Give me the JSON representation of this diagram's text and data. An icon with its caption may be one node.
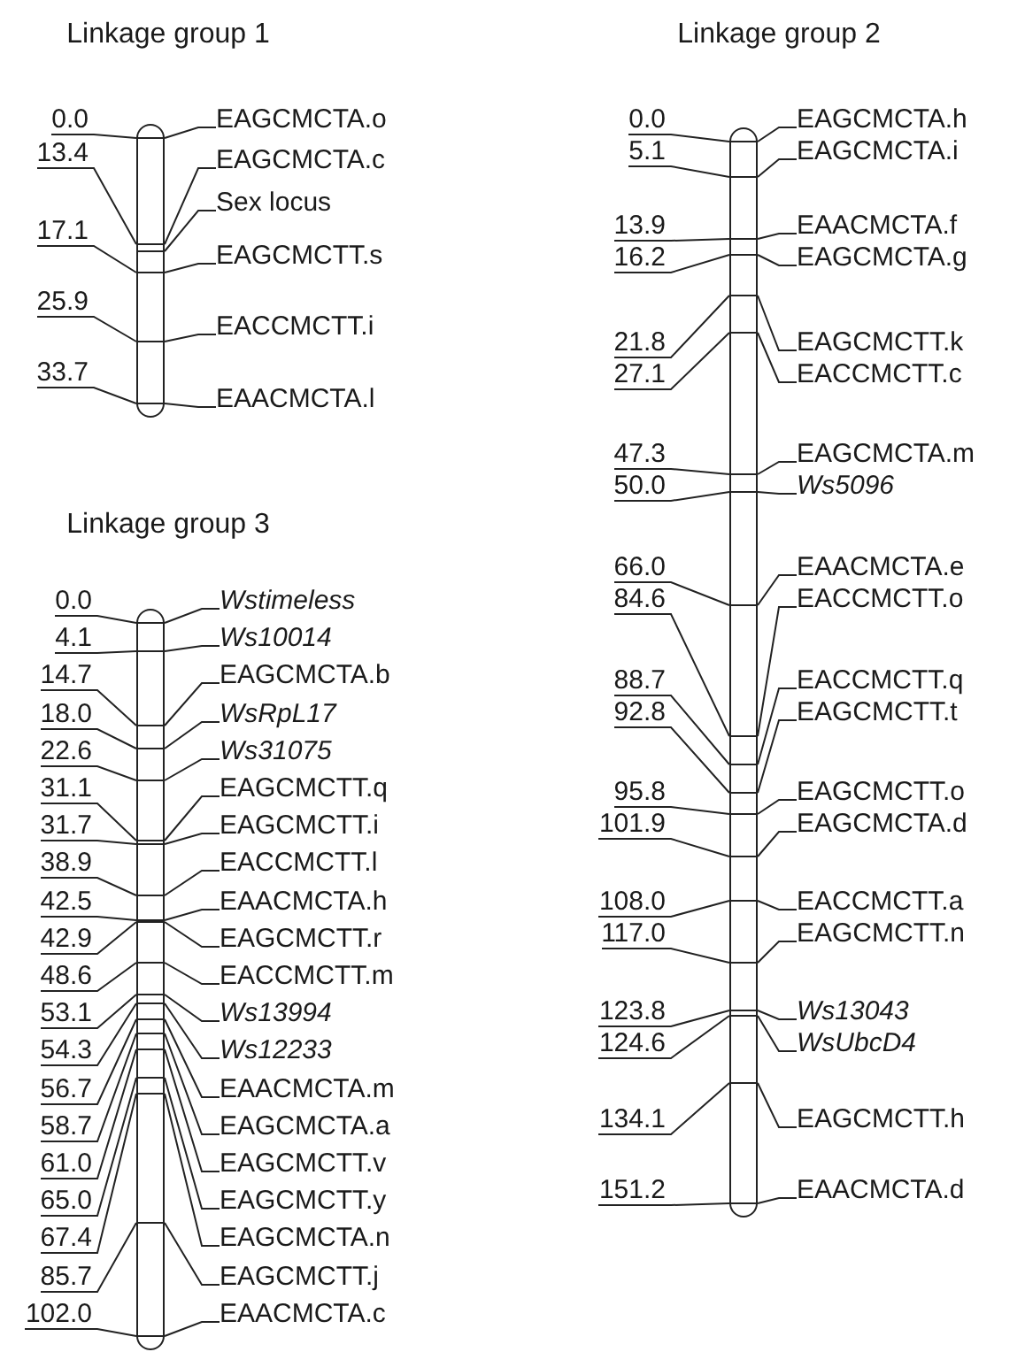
{
  "diagram": {
    "nodes": [
      {
        "text": [],
        "shape": "bar"
      },
      {
        "text": [
          "0.0"
        ]
      },
      {
        "text": [
          "EAGCMCTA.o"
        ]
      },
      {
        "text": [
          "13.4"
        ]
      },
      {
        "text": [
          "EAGCMCTA.c"
        ]
      },
      {
        "text": [
          "Sex locus"
        ]
      },
      {
        "text": [
          "17.1"
        ]
      },
      {
        "text": [
          "EAGCMCTT.s"
        ]
      },
      {
        "text": [
          "25.9"
        ]
      },
      {
        "text": [
          "EACCMCTT.i"
        ]
      },
      {
        "text": [
          "33.7"
        ]
      },
      {
        "text": [
          "EAACMCTA.l"
        ]
      },
      {
        "text": [],
        "shape": "bar"
      },
      {
        "text": [
          "0.0"
        ]
      },
      {
        "text": [
          "EAGCMCTA.h"
        ]
      },
      {
        "text": [
          "5.1"
        ]
      },
      {
        "text": [
          "EAGCMCTA.i"
        ]
      },
      {
        "text": [
          "13.9"
        ]
      },
      {
        "text": [
          "EAACMCTA.f"
        ]
      },
      {
        "text": [
          "16.2"
        ]
      },
      {
        "text": [
          "EAGCMCTA.g"
        ]
      },
      {
        "text": [
          "21.8"
        ]
      },
      {
        "text": [
          "EAGCMCTT.k"
        ]
      },
      {
        "text": [
          "27.1"
        ]
      },
      {
        "text": [
          "EACCMCTT.c"
        ]
      },
      {
        "text": [
          "47.3"
        ]
      },
      {
        "text": [
          "EAGCMCTA.m"
        ]
      },
      {
        "text": [
          "50.0"
        ]
      },
      {
        "text": [
          "Ws5096"
        ]
      },
      {
        "text": [
          "66.0"
        ]
      },
      {
        "text": [
          "EAACMCTA.e"
        ]
      },
      {
        "text": [
          "84.6"
        ]
      },
      {
        "text": [
          "EACCMCTT.o"
        ]
      },
      {
        "text": [
          "88.7"
        ]
      },
      {
        "text": [
          "EACCMCTT.q"
        ]
      },
      {
        "text": [
          "92.8"
        ]
      },
      {
        "text": [
          "EAGCMCTT.t"
        ]
      },
      {
        "text": [
          "95.8"
        ]
      },
      {
        "text": [
          "EAGCMCTT.o"
        ]
      },
      {
        "text": [
          "101.9"
        ]
      },
      {
        "text": [
          "EAGCMCTA.d"
        ]
      },
      {
        "text": [
          "108.0"
        ]
      },
      {
        "text": [
          "EACCMCTT.a"
        ]
      },
      {
        "text": [
          "117.0"
        ]
      },
      {
        "text": [
          "EAGCMCTT.n"
        ]
      },
      {
        "text": [
          "123.8"
        ]
      },
      {
        "text": [
          "Ws13043"
        ]
      },
      {
        "text": [
          "124.6"
        ]
      },
      {
        "text": [
          "WsUbcD4"
        ]
      },
      {
        "text": [
          "134.1"
        ]
      },
      {
        "text": [
          "EAGCMCTT.h"
        ]
      },
      {
        "text": [
          "151.2"
        ]
      },
      {
        "text": [
          "EAACMCTA.d"
        ]
      },
      {
        "text": [],
        "shape": "bar"
      },
      {
        "text": [
          "0.0"
        ]
      },
      {
        "text": [
          "Wstimeless"
        ]
      },
      {
        "text": [
          "4.1"
        ]
      },
      {
        "text": [
          "Ws10014"
        ]
      },
      {
        "text": [
          "14.7"
        ]
      },
      {
        "text": [
          "EAGCMCTA.b"
        ]
      },
      {
        "text": [
          "18.0"
        ]
      },
      {
        "text": [
          "WsRpL17"
        ]
      },
      {
        "text": [
          "22.6"
        ]
      },
      {
        "text": [
          "Ws31075"
        ]
      },
      {
        "text": [
          "31.1"
        ]
      },
      {
        "text": [
          "EAGCMCTT.q"
        ]
      },
      {
        "text": [
          "31.7"
        ]
      },
      {
        "text": [
          "EAGCMCTT.i"
        ]
      },
      {
        "text": [
          "38.9"
        ]
      },
      {
        "text": [
          "EACCMCTT.l"
        ]
      },
      {
        "text": [
          "42.5"
        ]
      },
      {
        "text": [
          "EAACMCTA.h"
        ]
      },
      {
        "text": [
          "42.9"
        ]
      },
      {
        "text": [
          "EAGCMCTT.r"
        ]
      },
      {
        "text": [
          "48.6"
        ]
      },
      {
        "text": [
          "EACCMCTT.m"
        ]
      },
      {
        "text": [
          "53.1"
        ]
      },
      {
        "text": [
          "Ws13994"
        ]
      },
      {
        "text": [
          "54.3"
        ]
      },
      {
        "text": [
          "Ws12233"
        ]
      },
      {
        "text": [
          "56.7"
        ]
      },
      {
        "text": [
          "EAACMCTA.m"
        ]
      },
      {
        "text": [
          "58.7"
        ]
      },
      {
        "text": [
          "EAGCMCTA.a"
        ]
      },
      {
        "text": [
          "61.0"
        ]
      },
      {
        "text": [
          "EAGCMCTT.v"
        ]
      },
      {
        "text": [
          "65.0"
        ]
      },
      {
        "text": [
          "EAGCMCTT.y"
        ]
      },
      {
        "text": [
          "67.4"
        ]
      },
      {
        "text": [
          "EAGCMCTA.n"
        ]
      },
      {
        "text": [
          "85.7"
        ]
      },
      {
        "text": [
          "EAGCMCTT.j"
        ]
      },
      {
        "text": [
          "102.0"
        ]
      },
      {
        "text": [
          "EAACMCTA.c"
        ]
      }
    ],
    "edges": [
      {
        "from": 1,
        "to": 0,
        "arrow": "none"
      },
      {
        "from": 2,
        "to": 0,
        "arrow": "none"
      },
      {
        "from": 3,
        "to": 0,
        "arrow": "none"
      },
      {
        "from": 4,
        "to": 0,
        "arrow": "none"
      },
      {
        "from": 5,
        "to": 0,
        "arrow": "none"
      },
      {
        "from": 6,
        "to": 0,
        "arrow": "none"
      },
      {
        "from": 7,
        "to": 0,
        "arrow": "none"
      },
      {
        "from": 8,
        "to": 0,
        "arrow": "none"
      },
      {
        "from": 9,
        "to": 0,
        "arrow": "none"
      },
      {
        "from": 10,
        "to": 0,
        "arrow": "none"
      },
      {
        "from": 11,
        "to": 0,
        "arrow": "none"
      },
      {
        "from": 13,
        "to": 12,
        "arrow": "none"
      },
      {
        "from": 14,
        "to": 12,
        "arrow": "none"
      },
      {
        "from": 15,
        "to": 12,
        "arrow": "none"
      },
      {
        "from": 16,
        "to": 12,
        "arrow": "none"
      },
      {
        "from": 17,
        "to": 12,
        "arrow": "none"
      },
      {
        "from": 18,
        "to": 12,
        "arrow": "none"
      },
      {
        "from": 19,
        "to": 12,
        "arrow": "none"
      },
      {
        "from": 20,
        "to": 12,
        "arrow": "none"
      },
      {
        "from": 21,
        "to": 12,
        "arrow": "none"
      },
      {
        "from": 22,
        "to": 12,
        "arrow": "none"
      },
      {
        "from": 23,
        "to": 12,
        "arrow": "none"
      },
      {
        "from": 24,
        "to": 12,
        "arrow": "none"
      },
      {
        "from": 25,
        "to": 12,
        "arrow": "none"
      },
      {
        "from": 26,
        "to": 12,
        "arrow": "none"
      },
      {
        "from": 27,
        "to": 12,
        "arrow": "none"
      },
      {
        "from": 28,
        "to": 12,
        "arrow": "none"
      },
      {
        "from": 29,
        "to": 12,
        "arrow": "none"
      },
      {
        "from": 30,
        "to": 12,
        "arrow": "none"
      },
      {
        "from": 31,
        "to": 12,
        "arrow": "none"
      },
      {
        "from": 32,
        "to": 12,
        "arrow": "none"
      },
      {
        "from": 33,
        "to": 12,
        "arrow": "none"
      },
      {
        "from": 34,
        "to": 12,
        "arrow": "none"
      },
      {
        "from": 35,
        "to": 12,
        "arrow": "none"
      },
      {
        "from": 36,
        "to": 12,
        "arrow": "none"
      },
      {
        "from": 37,
        "to": 12,
        "arrow": "none"
      },
      {
        "from": 38,
        "to": 12,
        "arrow": "none"
      },
      {
        "from": 39,
        "to": 12,
        "arrow": "none"
      },
      {
        "from": 40,
        "to": 12,
        "arrow": "none"
      },
      {
        "from": 41,
        "to": 12,
        "arrow": "none"
      },
      {
        "from": 42,
        "to": 12,
        "arrow": "none"
      },
      {
        "from": 43,
        "to": 12,
        "arrow": "none"
      },
      {
        "from": 44,
        "to": 12,
        "arrow": "none"
      },
      {
        "from": 45,
        "to": 12,
        "arrow": "none"
      },
      {
        "from": 46,
        "to": 12,
        "arrow": "none"
      },
      {
        "from": 47,
        "to": 12,
        "arrow": "none"
      },
      {
        "from": 48,
        "to": 12,
        "arrow": "none"
      },
      {
        "from": 49,
        "to": 12,
        "arrow": "none"
      },
      {
        "from": 50,
        "to": 12,
        "arrow": "none"
      },
      {
        "from": 51,
        "to": 12,
        "arrow": "none"
      },
      {
        "from": 52,
        "to": 12,
        "arrow": "none"
      },
      {
        "from": 54,
        "to": 53,
        "arrow": "none"
      },
      {
        "from": 55,
        "to": 53,
        "arrow": "none"
      },
      {
        "from": 56,
        "to": 53,
        "arrow": "none"
      },
      {
        "from": 57,
        "to": 53,
        "arrow": "none"
      },
      {
        "from": 58,
        "to": 53,
        "arrow": "none"
      },
      {
        "from": 59,
        "to": 53,
        "arrow": "none"
      },
      {
        "from": 60,
        "to": 53,
        "arrow": "none"
      },
      {
        "from": 61,
        "to": 53,
        "arrow": "none"
      },
      {
        "from": 62,
        "to": 53,
        "arrow": "none"
      },
      {
        "from": 63,
        "to": 53,
        "arrow": "none"
      },
      {
        "from": 64,
        "to": 53,
        "arrow": "none"
      },
      {
        "from": 65,
        "to": 53,
        "arrow": "none"
      },
      {
        "from": 66,
        "to": 53,
        "arrow": "none"
      },
      {
        "from": 67,
        "to": 53,
        "arrow": "none"
      },
      {
        "from": 68,
        "to": 53,
        "arrow": "none"
      },
      {
        "from": 69,
        "to": 53,
        "arrow": "none"
      },
      {
        "from": 70,
        "to": 53,
        "arrow": "none"
      },
      {
        "from": 71,
        "to": 53,
        "arrow": "none"
      },
      {
        "from": 72,
        "to": 53,
        "arrow": "none"
      },
      {
        "from": 73,
        "to": 53,
        "arrow": "none"
      },
      {
        "from": 74,
        "to": 53,
        "arrow": "none"
      },
      {
        "from": 75,
        "to": 53,
        "arrow": "none"
      },
      {
        "from": 76,
        "to": 53,
        "arrow": "none"
      },
      {
        "from": 77,
        "to": 53,
        "arrow": "none"
      },
      {
        "from": 78,
        "to": 53,
        "arrow": "none"
      },
      {
        "from": 79,
        "to": 53,
        "arrow": "none"
      },
      {
        "from": 80,
        "to": 53,
        "arrow": "none"
      },
      {
        "from": 81,
        "to": 53,
        "arrow": "none"
      },
      {
        "from": 82,
        "to": 53,
        "arrow": "none"
      },
      {
        "from": 83,
        "to": 53,
        "arrow": "none"
      },
      {
        "from": 84,
        "to": 53,
        "arrow": "none"
      },
      {
        "from": 85,
        "to": 53,
        "arrow": "none"
      },
      {
        "from": 86,
        "to": 53,
        "arrow": "none"
      },
      {
        "from": 87,
        "to": 53,
        "arrow": "none"
      },
      {
        "from": 88,
        "to": 53,
        "arrow": "none"
      },
      {
        "from": 89,
        "to": 53,
        "arrow": "none"
      },
      {
        "from": 90,
        "to": 53,
        "arrow": "none"
      },
      {
        "from": 91,
        "to": 53,
        "arrow": "none"
      },
      {
        "from": 92,
        "to": 53,
        "arrow": "none"
      },
      {
        "from": 93,
        "to": 53,
        "arrow": "none"
      }
    ],
    "labels": [
      "Linkage group 1",
      "Linkage group 2",
      "Linkage group 3"
    ]
  }
}
